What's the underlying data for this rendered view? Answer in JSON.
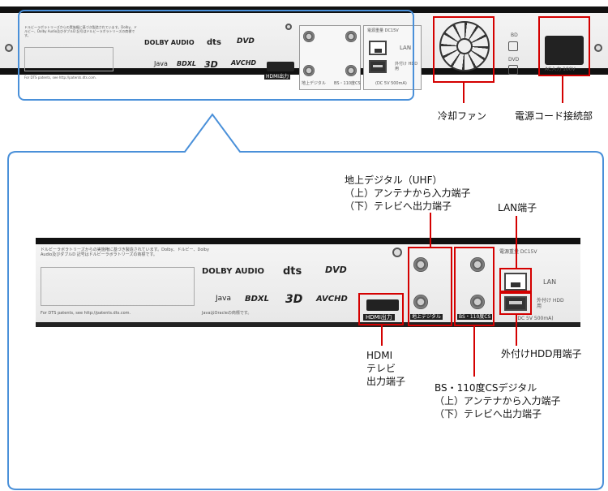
{
  "device_labels": {
    "dolby_audio": "DOLBY AUDIO",
    "dts": "dts",
    "dvd": "DVD",
    "java": "Java",
    "bdxl": "BDXL",
    "bluray_3d": "3D",
    "avchd": "AVCHD",
    "hdmi_port": "HDMI出力",
    "terrestrial_port": "地上デジタル",
    "bs_port": "BS・110度CS",
    "lan_port": "LAN",
    "usb_port": "外付け HDD用",
    "usb_power": "(DC 5V 500mA)",
    "power_rating": "電源重量 DC15V",
    "ac_input": "AC入力 100V",
    "bd": "BD",
    "dvd_drive": "DVD",
    "dts_patents": "For DTS patents, see http://patents.dts.com.",
    "dolby_notice": "ドルビーラボラトリーズからの実施権に基づき製造されています。Dolby、ドルビー、Dolby Audio及びダブルD 記号はドルビーラボラトリーズの商標です。",
    "java_notice": "JavaはOracleの商標です。"
  },
  "callouts": {
    "cooling_fan": "冷却ファン",
    "power_cord": "電源コード接続部",
    "terrestrial": [
      "地上デジタル（UHF）",
      "（上）アンテナから入力端子",
      "（下）テレビへ出力端子"
    ],
    "lan": "LAN端子",
    "usb_hdd": "外付けHDD用端子",
    "hdmi": [
      "HDMI",
      "テレビ",
      "出力端子"
    ],
    "bs_cs": [
      "BS・110度CSデジタル",
      "（上）アンテナから入力端子",
      "（下）テレビへ出力端子"
    ]
  },
  "colors": {
    "highlight": "#d40000",
    "zoom_outline": "#4a90d9"
  }
}
